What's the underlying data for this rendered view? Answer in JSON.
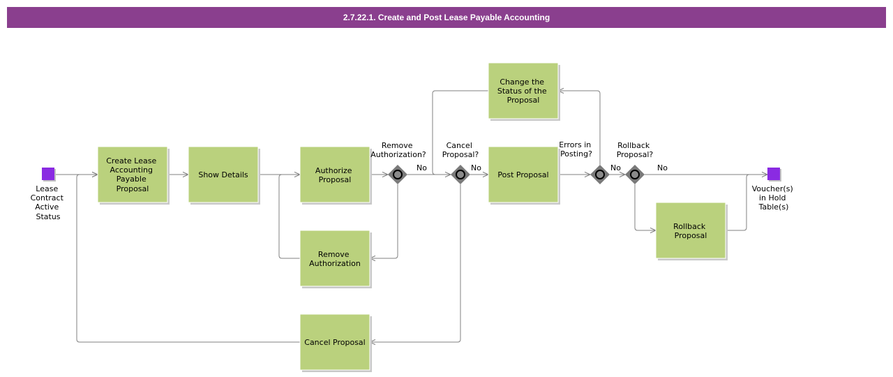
{
  "title": "2.7.22.1. Create and Post Lease Payable Accounting",
  "colors": {
    "title_bg": "#8a3f8e",
    "task": "#bad17d",
    "event": "#8a2be2",
    "gateway": "#7a7a7a"
  },
  "events": {
    "start": [
      "Lease",
      "Contract",
      "Active",
      "Status"
    ],
    "end": [
      "Voucher(s)",
      "in Hold",
      "Table(s)"
    ]
  },
  "tasks": {
    "create": [
      "Create Lease",
      "Accounting",
      "Payable",
      "Proposal"
    ],
    "show": [
      "Show Details"
    ],
    "authorize": [
      "Authorize",
      "Proposal"
    ],
    "remove": [
      "Remove",
      "Authorization"
    ],
    "cancel": [
      "Cancel Proposal"
    ],
    "change": [
      "Change the",
      "Status of the",
      "Proposal"
    ],
    "post": [
      "Post Proposal"
    ],
    "rollback": [
      "Rollback",
      "Proposal"
    ]
  },
  "gateways": {
    "remove_auth": [
      "Remove",
      "Authorization?"
    ],
    "cancel": [
      "Cancel",
      "Proposal?"
    ],
    "errors": [
      "Errors in",
      "Posting?"
    ],
    "rollback": [
      "Rollback",
      "Proposal?"
    ]
  },
  "edge_labels": {
    "no1": "No",
    "no2": "No",
    "no3": "No",
    "no4": "No"
  }
}
